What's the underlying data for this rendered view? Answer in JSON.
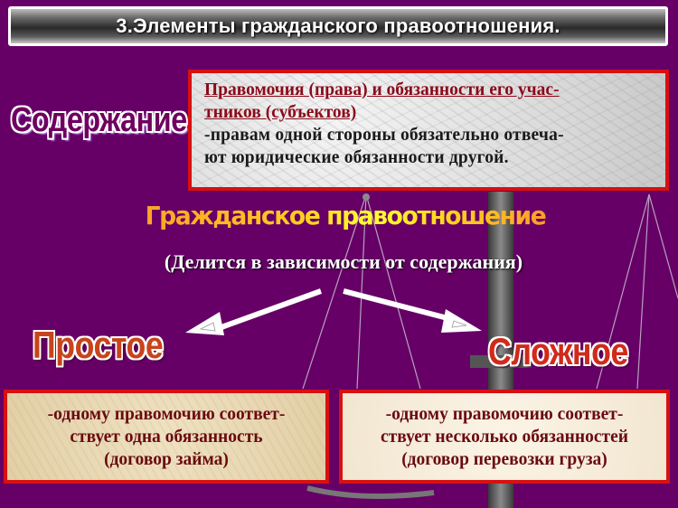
{
  "slide": {
    "title": "3.Элементы гражданского правоотношения.",
    "content_label": "Содержание",
    "content_box": {
      "heading_line1": "Правомочия (права) и обязанности его учас-",
      "heading_line2": "тников (субъектов)",
      "body_line1": "-правам одной стороны обязательно отвеча-",
      "body_line2": "ют юридические обязанности другой."
    },
    "main_heading": "Гражданское правоотношение",
    "subtitle": "(Делится в зависимости от содержания)",
    "simple": {
      "label": "Простое",
      "line1": "-одному правомочию соответ-",
      "line2": "ствует одна обязанность",
      "line3": "(договор займа)"
    },
    "complex": {
      "label": "Сложное",
      "line1": "-одному правомочию соответ-",
      "line2": "ствует несколько обязанностей",
      "line3": "(договор перевозки груза)"
    },
    "colors": {
      "background": "#660066",
      "box_border": "#d81010",
      "heading_gradient_start": "#ff9a2a",
      "heading_gradient_mid": "#ffff30",
      "box_text": "#6a0a10"
    }
  }
}
